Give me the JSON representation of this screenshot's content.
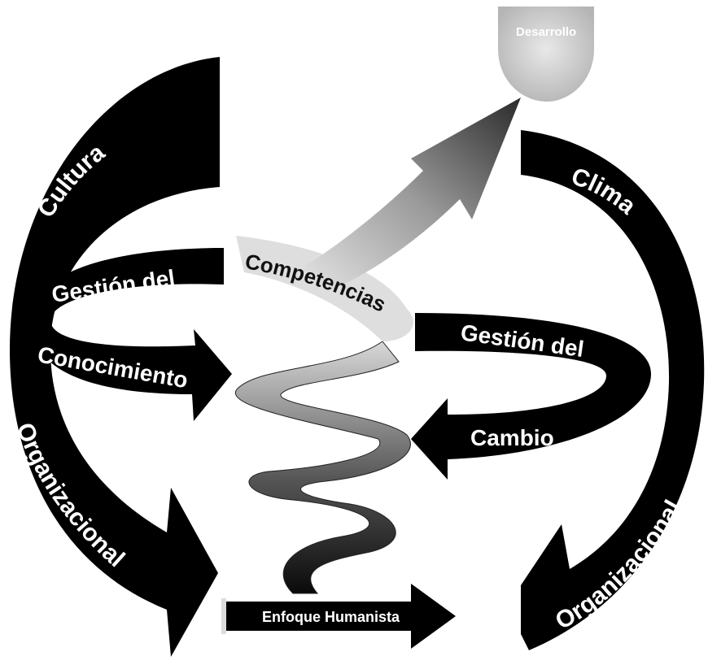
{
  "diagram": {
    "labels": {
      "cultura": "Cultura",
      "organizacional_left": "Organizacional",
      "gestion_left": "Gestión del",
      "conocimiento": "Conocimiento",
      "competencias": "Competencias",
      "clima": "Clima",
      "gestion_right": "Gestión del",
      "cambio": "Cambio",
      "organizacional_right": "Organizacional",
      "enfoque": "Enfoque Humanista",
      "desarrollo": "Desarrollo"
    },
    "colors": {
      "arrows": "#000000",
      "spiral_light": "#dcdcdc",
      "spiral_dark": "#111111",
      "text_on_dark": "#ffffff",
      "text_on_light": "#111111"
    }
  }
}
